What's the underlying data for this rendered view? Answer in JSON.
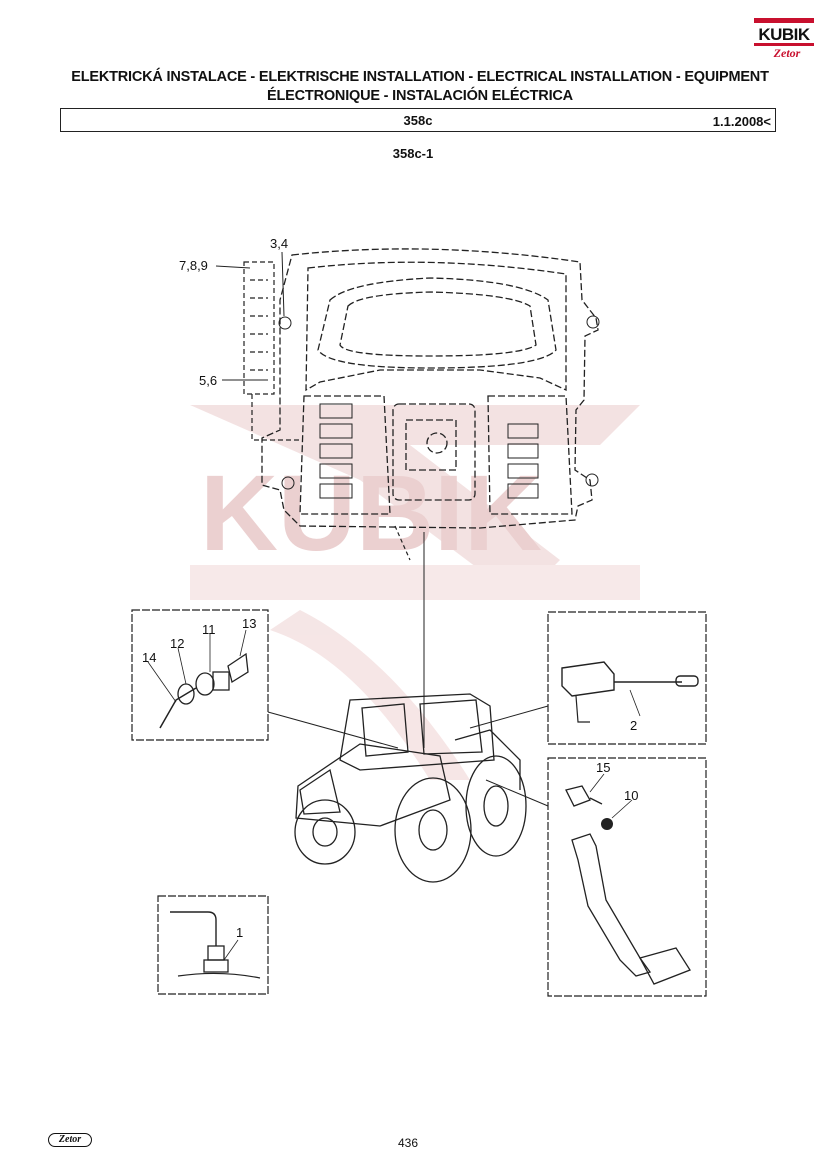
{
  "header": {
    "title_line1": "ELEKTRICKÁ INSTALACE - ELEKTRISCHE INSTALLATION - ELECTRICAL INSTALLATION - EQUIPMENT",
    "title_line2": "ÉLECTRONIQUE - INSTALACIÓN ELÉCTRICA",
    "group_code": "358c",
    "valid_from": "1.1.2008<",
    "figure_ref": "358c-1"
  },
  "logo": {
    "name": "KUBIK",
    "brand": "Zetor"
  },
  "watermark": {
    "text": "KUBIK"
  },
  "callouts": {
    "c_789": "7,8,9",
    "c_34": "3,4",
    "c_56": "5,6",
    "c_14": "14",
    "c_12": "12",
    "c_11": "11",
    "c_13": "13",
    "c_2": "2",
    "c_15": "15",
    "c_10": "10",
    "c_1": "1"
  },
  "footer": {
    "brand": "Zetor",
    "page_number": "436"
  }
}
